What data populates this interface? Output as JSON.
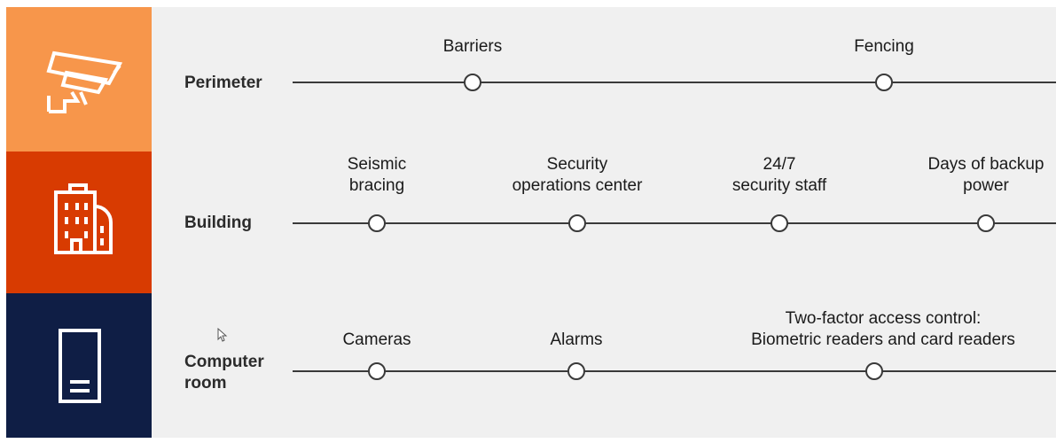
{
  "rows": [
    {
      "label": "Perimeter",
      "icon": "security-camera-icon",
      "color": "#f7964b",
      "items": [
        {
          "line1": "Barriers",
          "line2": ""
        },
        {
          "line1": "Fencing",
          "line2": ""
        }
      ]
    },
    {
      "label": "Building",
      "icon": "office-building-icon",
      "color": "#d83b01",
      "items": [
        {
          "line1": "Seismic",
          "line2": "bracing"
        },
        {
          "line1": "Security",
          "line2": "operations center"
        },
        {
          "line1": "24/7",
          "line2": "security staff"
        },
        {
          "line1": "Days of backup",
          "line2": "power"
        }
      ]
    },
    {
      "label_line1": "Computer",
      "label_line2": "room",
      "icon": "server-rack-icon",
      "color": "#0f1e45",
      "items": [
        {
          "line1": "Cameras",
          "line2": ""
        },
        {
          "line1": "Alarms",
          "line2": ""
        },
        {
          "line1": "Two-factor access control:",
          "line2": "Biometric readers and card readers"
        }
      ]
    }
  ]
}
